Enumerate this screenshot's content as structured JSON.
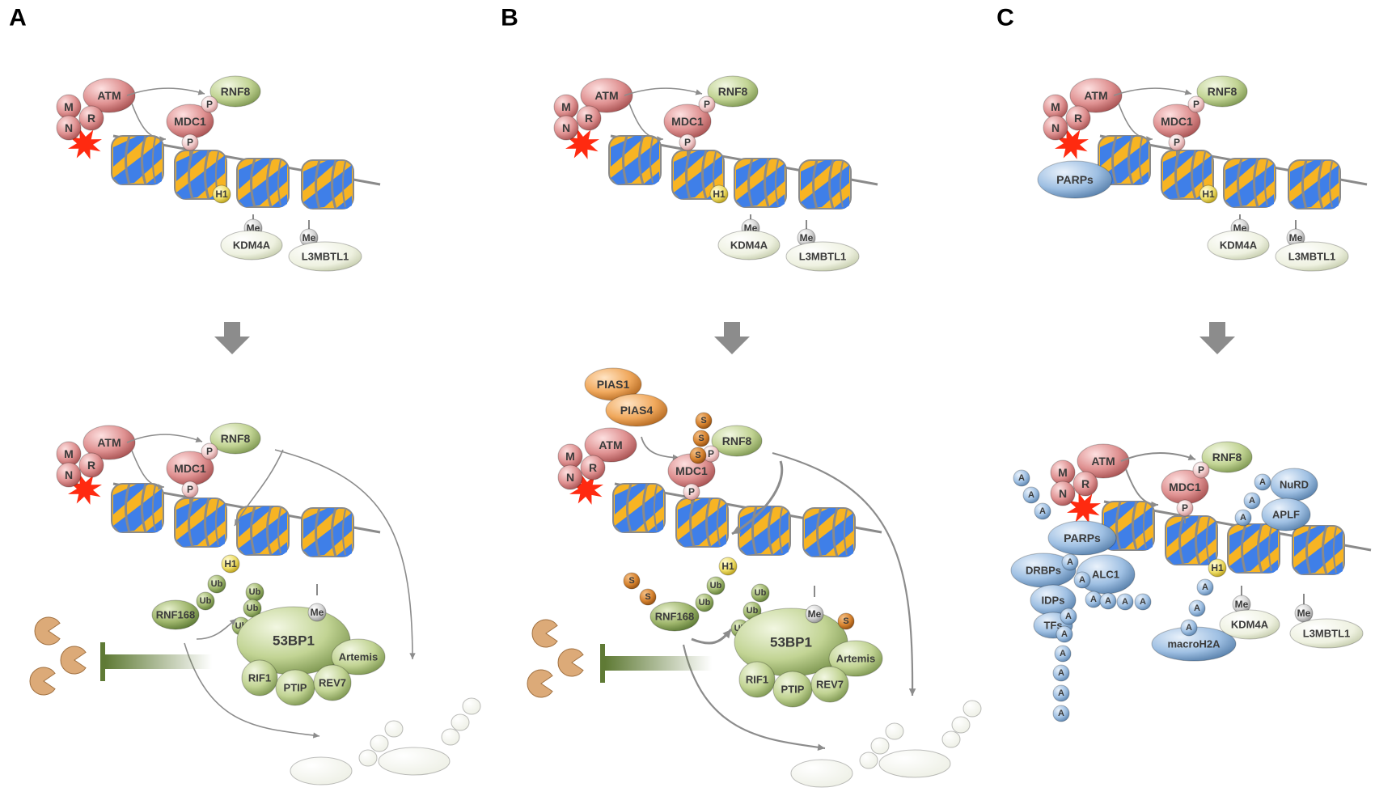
{
  "panels": [
    {
      "letter": "A"
    },
    {
      "letter": "B"
    },
    {
      "letter": "C"
    }
  ],
  "labels": {
    "atm": "ATM",
    "m": "M",
    "r": "R",
    "n": "N",
    "rnf8": "RNF8",
    "p": "P",
    "mdc1": "MDC1",
    "h1": "H1",
    "me": "Me",
    "kdm4a": "KDM4A",
    "l3mbtl1": "L3MBTL1",
    "ub": "Ub",
    "rnf168": "RNF168",
    "bp53": "53BP1",
    "artemis": "Artemis",
    "rif1": "RIF1",
    "ptip": "PTIP",
    "rev7": "REV7",
    "pias1": "PIAS1",
    "pias4": "PIAS4",
    "s": "S",
    "parps": "PARPs",
    "a": "A",
    "nurd": "NuRD",
    "aplf": "APLF",
    "drbps": "DRBPs",
    "alc1": "ALC1",
    "idps": "IDPs",
    "tfs": "TFs",
    "macroh2a": "macroH2A"
  },
  "colors": {
    "atm_red": "#d98787",
    "rnf8_green": "#c5d69a",
    "pale_green": "#e6ebd3",
    "nucleosome_blue": "#3f7fe8",
    "nucleosome_yellow": "#f7b423",
    "sumo_orange": "#e0883a",
    "parp_blue": "#9cbde0",
    "pacman": "#dcaa78",
    "arrow_gray": "#8c8c8c",
    "inhibitor_green": "#5f7a35",
    "break_red": "#ff2a10"
  }
}
